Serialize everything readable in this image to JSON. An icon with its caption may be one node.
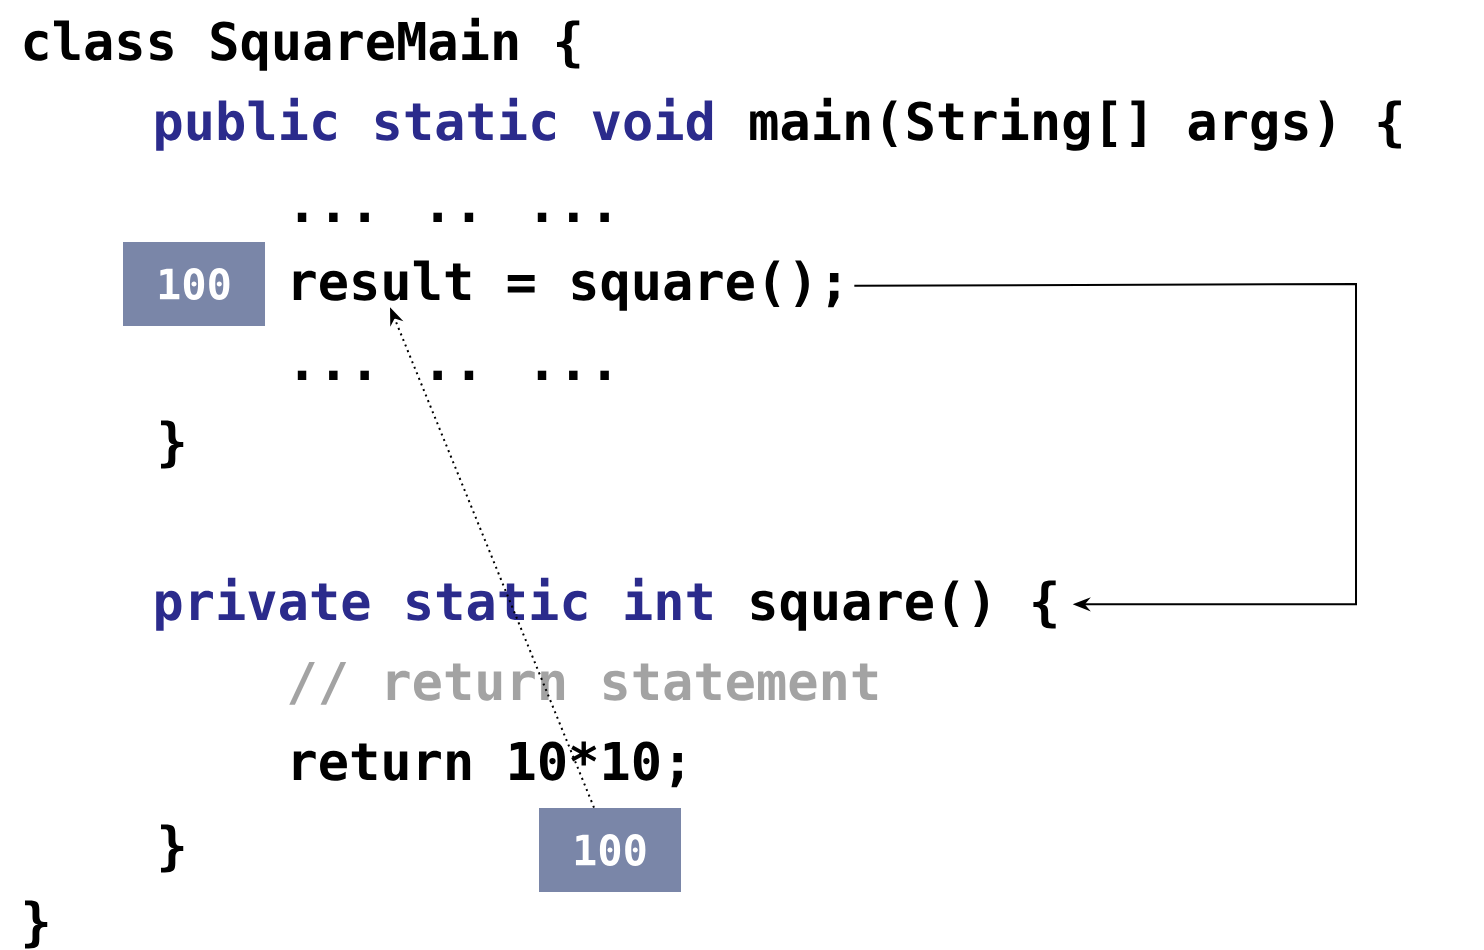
{
  "diagram": {
    "nodes": [
      {
        "text": [
          "100"
        ]
      },
      {
        "text": [
          "result = square();"
        ]
      },
      {
        "text": [
          "private static int",
          "square() {"
        ]
      },
      {
        "text": [
          "100"
        ]
      }
    ],
    "edges": [
      {
        "from": 1,
        "to": 2,
        "arrow": "to"
      },
      {
        "from": 3,
        "to": 1,
        "arrow": "to",
        "style": "dashed"
      }
    ],
    "labels": [
      "class SquareMain {",
      "public static void",
      "main(String[] args) {",
      "... .. ...",
      "... .. ...",
      "}",
      "// return statement",
      "return 10*10;",
      "}",
      "}"
    ]
  }
}
